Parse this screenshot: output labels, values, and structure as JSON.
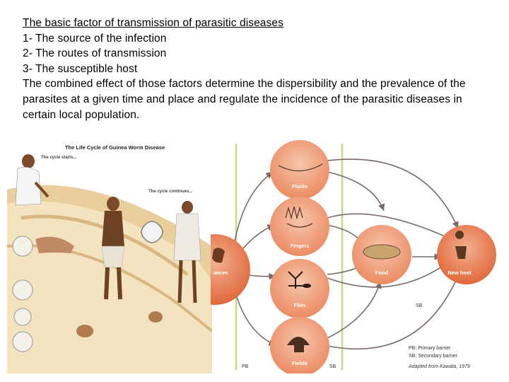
{
  "heading": "The basic factor of transmission of parasitic diseases",
  "items": [
    "1- The source of the infection",
    "2- The routes of transmission",
    "3- The susceptible host"
  ],
  "paragraph": "The combined effect of those factors determine the dispersibility and the prevalence of the parasites at a given time and place and regulate the incidence of the parasitic diseases in certain local population.",
  "lifecycle_figure": {
    "title": "The Life Cycle of Guinea Worm Disease",
    "step1": "The cycle starts...",
    "cycle_continues": "The cycle continues..."
  },
  "transmission_figure": {
    "nodes": {
      "fluids_top": "Fluids",
      "fingers": "Fingers",
      "faeces": "aeces",
      "food": "Food",
      "new_host": "New host",
      "flies": "Flies",
      "fields": "Fields"
    },
    "barrier_labels": {
      "sb_right": "SB",
      "pb_bottom": "PB",
      "sb_bottom": "SB"
    },
    "legend": {
      "pb": "PB: Primary barrier",
      "sb": "SB: Secondary barrier",
      "source": "Adapted from Kawata, 1979"
    },
    "colors": {
      "circle_fill": "#ef9a72",
      "circle_dark": "#e0683a",
      "arrow": "#7a6a6a",
      "barrier_line": "#c6d98a"
    }
  }
}
